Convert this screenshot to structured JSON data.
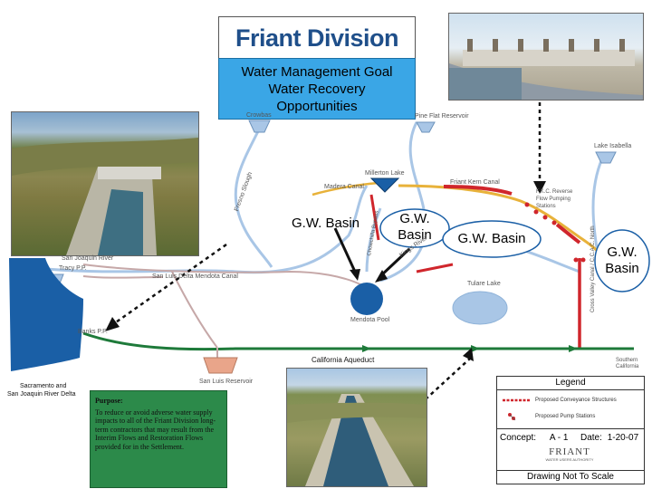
{
  "title": "Friant Division",
  "goal": {
    "line1": "Water Management Goal",
    "line2": "Water Recovery",
    "line3": "Opportunities"
  },
  "gw_labels": {
    "left": "G.W. Basin",
    "center_line1": "G.W.",
    "center_line2": "Basin",
    "right_center": "G.W. Basin",
    "far_right_line1": "G.W.",
    "far_right_line2": "Basin"
  },
  "map_labels": {
    "crowbas": "Crowbas",
    "pine_flat": "Pine Flat Reservoir",
    "lake_isabella": "Lake Isabella",
    "millerton_lake": "Millerton Lake",
    "madera_canal": "Madera Canal",
    "friant_kern_canal": "Friant Kern Canal",
    "fkc_reverse_flow": "F.K.C. Reverse Flow Pumping Stations",
    "san_joaquin_river": "San Joaquin River",
    "tracy_pp": "Tracy P.P.",
    "dm_canal": "San Luis Delta Mendota Canal",
    "tulare_lake": "Tulare Lake",
    "mendota_pool": "Mendota Pool",
    "banks_pp": "Banks P.P.",
    "california_aqueduct": "California Aqueduct",
    "southern_california": "Southern California",
    "sacramento_delta_line1": "Sacramento and",
    "sacramento_delta_line2": "San Joaquin River Delta",
    "san_luis_reservoir": "San Luis Reservoir",
    "kings_river": "Kings River",
    "fresno_slough": "Fresno Slough",
    "cross_valley_canal": "Cross Valley Canal / C.C.A.C. North",
    "chowchilla": "Chowchilla Bypass"
  },
  "purpose": {
    "heading": "Purpose:",
    "body": "To reduce or avoid adverse water supply impacts to all of the Friant Division long-term contractors that may result from the Interim Flows and Restoration Flows provided for in the Settlement."
  },
  "legend": {
    "title": "Legend",
    "item1": "Proposed Conveyance Structures",
    "item2": "Proposed Pump Stations",
    "concept_label": "Concept:",
    "concept_value": "A - 1",
    "date_label": "Date:",
    "date_value": "1-20-07",
    "logo_text": "FRIANT",
    "logo_sub": "WATER USERS AUTHORITY",
    "scale_note": "Drawing Not To Scale"
  },
  "colors": {
    "title_blue": "#1f4f8a",
    "goal_blue": "#3aa6e6",
    "gw_basin_blue": "#1a5fa6",
    "aqueduct_green": "#1e7a3a",
    "river_blue": "#8fb3d9",
    "proposed_red": "#d0262c",
    "canal_yellow": "#e8b23a",
    "purpose_green": "#2c8a4a",
    "reservoir_pink": "#e9a58a"
  },
  "icons": {
    "arrows": "dashed-arrow",
    "pump": "pump-station-icon"
  }
}
